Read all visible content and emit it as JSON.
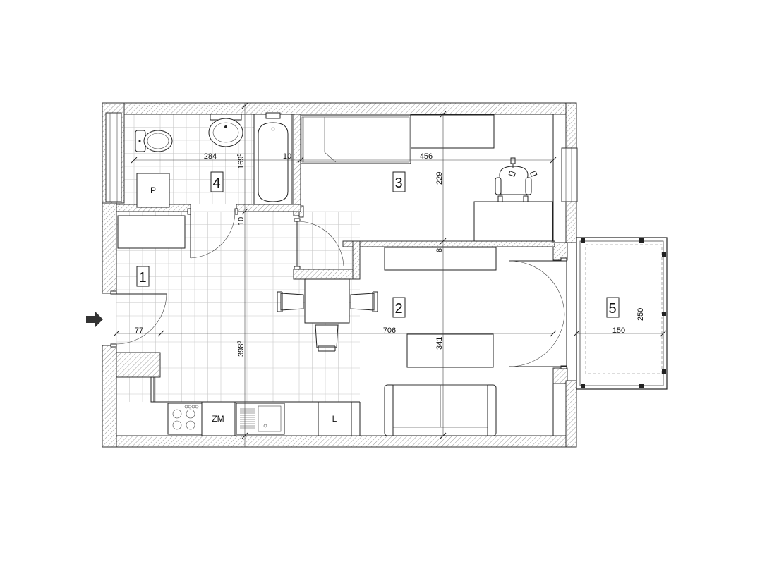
{
  "rooms": [
    {
      "number": "1"
    },
    {
      "number": "2"
    },
    {
      "number": "3"
    },
    {
      "number": "4"
    },
    {
      "number": "5"
    }
  ],
  "dimensions": {
    "bath_width": "284",
    "bath_depth_base": "169",
    "bath_depth_sup": "5",
    "bath_wall": "10",
    "bath_wall_lower": "10",
    "bedroom_width": "456",
    "bedroom_depth": "229",
    "partition": "8",
    "living_width": "706",
    "living_depth": "341",
    "hall_width": "77",
    "hall_depth_base": "398",
    "hall_depth_sup": "5",
    "balcony_width": "150",
    "balcony_depth": "250"
  },
  "appliances": {
    "boiler": "P",
    "dishwasher": "ZM",
    "fridge": "L"
  },
  "icons": {
    "entrance": "entrance-arrow-icon"
  },
  "colors": {
    "wall_hatch": "#9a9a9a",
    "lines": "#222222",
    "tiles": "#c8c8c8"
  }
}
